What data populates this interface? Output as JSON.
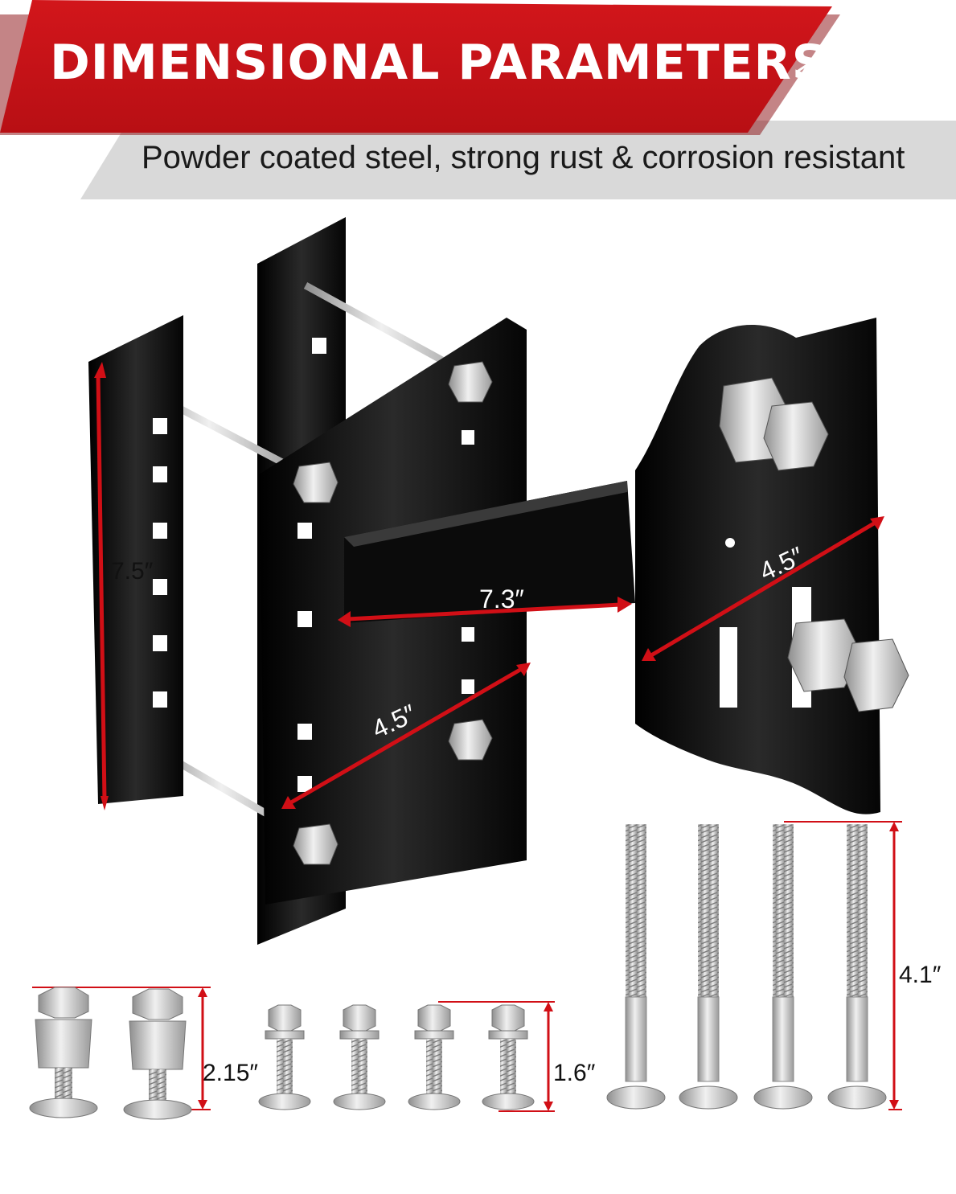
{
  "banner": {
    "title": "DIMENSIONAL PARAMETERS",
    "subtitle": "Powder coated steel, strong rust & corrosion resistant"
  },
  "dimensions": {
    "height": "7.5″",
    "arm_length": "7.3″",
    "plate_width": "4.5″",
    "bracket_width": "4.5″",
    "u_bolt_length": "4.1″",
    "lug_bolt_length": "2.15″",
    "short_bolt_length": "1.6″"
  },
  "colors": {
    "banner_red": "#c8141a",
    "banner_gray": "#d9d9d9",
    "steel_black": "#111111",
    "hardware_silver": "#c8c8c8",
    "dimension_line": "#d10f16"
  }
}
